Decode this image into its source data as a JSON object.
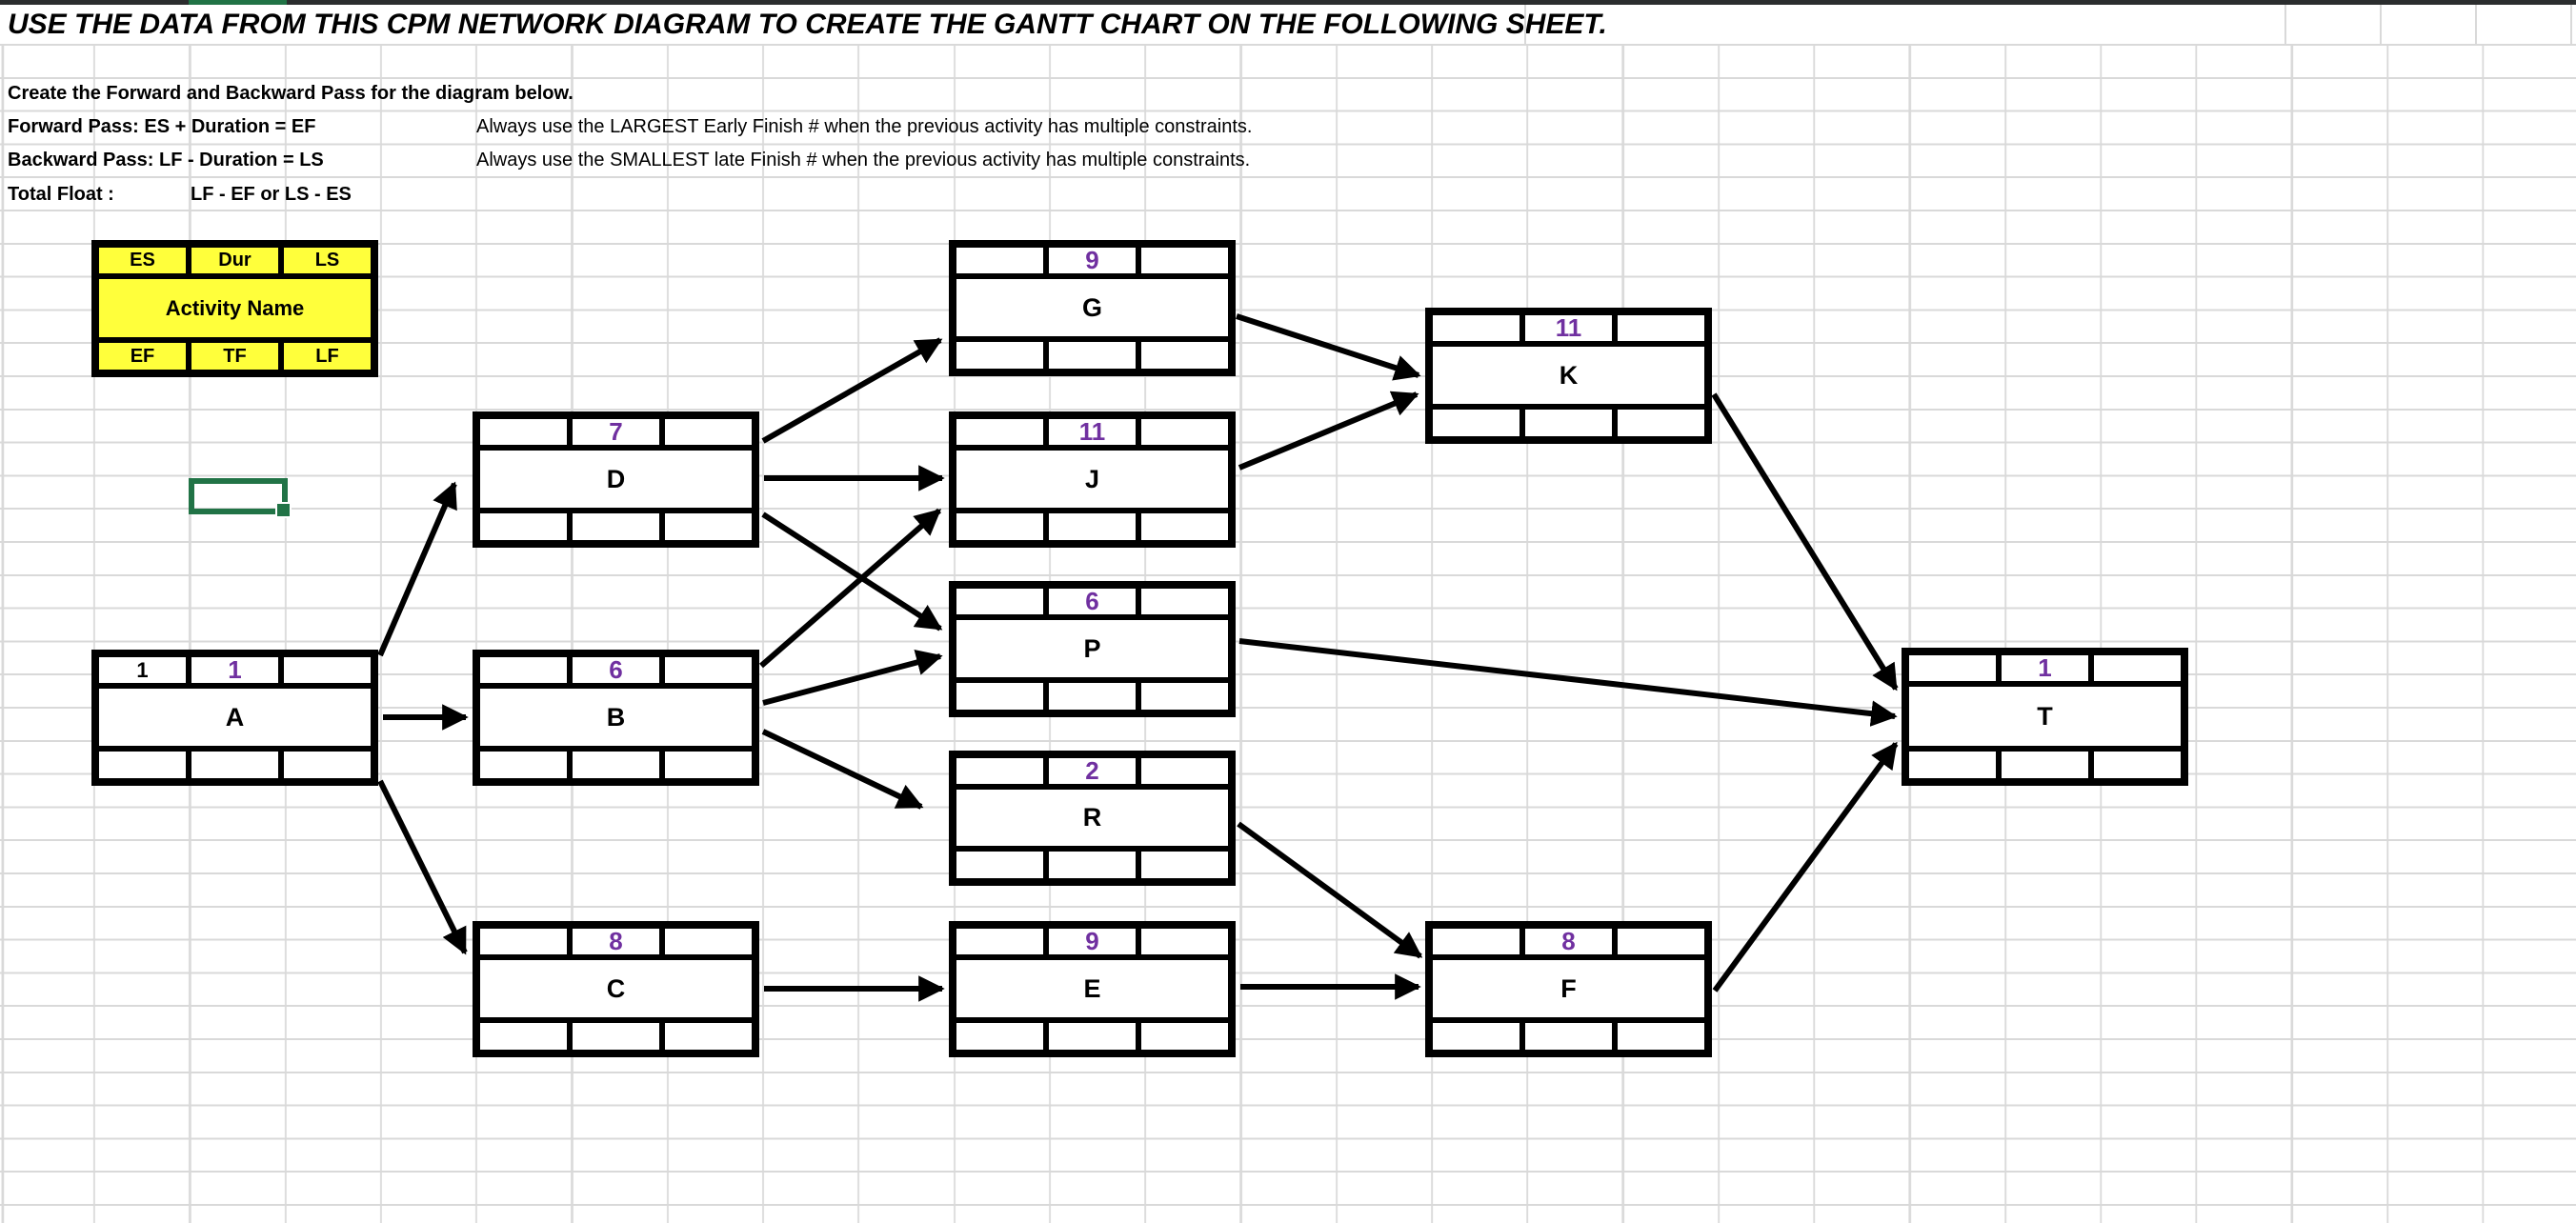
{
  "title": "USE THE DATA FROM THIS CPM NETWORK DIAGRAM TO CREATE THE GANTT CHART ON THE FOLLOWING SHEET.",
  "instructions": {
    "create_line": "Create the Forward and Backward Pass for the diagram below.",
    "forward_label": "Forward Pass: ES + Duration = EF",
    "forward_note": "Always use the LARGEST Early Finish # when the previous activity has multiple constraints.",
    "backward_label": "Backward Pass: LF - Duration = LS",
    "backward_note": "Always use the SMALLEST late Finish # when the previous activity has multiple constraints.",
    "total_float_label": "Total Float :",
    "total_float_formula": "LF - EF or LS - ES"
  },
  "legend": {
    "es": "ES",
    "dur": "Dur",
    "ls": "LS",
    "activity": "Activity Name",
    "ef": "EF",
    "tf": "TF",
    "lf": "LF"
  },
  "nodes": [
    {
      "id": "A",
      "label": "A",
      "dur": "1",
      "es": "1"
    },
    {
      "id": "B",
      "label": "B",
      "dur": "6",
      "es": ""
    },
    {
      "id": "C",
      "label": "C",
      "dur": "8",
      "es": ""
    },
    {
      "id": "D",
      "label": "D",
      "dur": "7",
      "es": ""
    },
    {
      "id": "G",
      "label": "G",
      "dur": "9",
      "es": ""
    },
    {
      "id": "J",
      "label": "J",
      "dur": "11",
      "es": ""
    },
    {
      "id": "P",
      "label": "P",
      "dur": "6",
      "es": ""
    },
    {
      "id": "R",
      "label": "R",
      "dur": "2",
      "es": ""
    },
    {
      "id": "E",
      "label": "E",
      "dur": "9",
      "es": ""
    },
    {
      "id": "K",
      "label": "K",
      "dur": "11",
      "es": ""
    },
    {
      "id": "F",
      "label": "F",
      "dur": "8",
      "es": ""
    },
    {
      "id": "T",
      "label": "T",
      "dur": "1",
      "es": ""
    }
  ],
  "edges": [
    [
      "A",
      "B"
    ],
    [
      "A",
      "D"
    ],
    [
      "A",
      "C"
    ],
    [
      "D",
      "G"
    ],
    [
      "D",
      "J"
    ],
    [
      "D",
      "P"
    ],
    [
      "B",
      "J"
    ],
    [
      "B",
      "P"
    ],
    [
      "B",
      "R"
    ],
    [
      "C",
      "E"
    ],
    [
      "E",
      "F"
    ],
    [
      "R",
      "F"
    ],
    [
      "G",
      "K"
    ],
    [
      "J",
      "K"
    ],
    [
      "K",
      "T"
    ],
    [
      "P",
      "T"
    ],
    [
      "F",
      "T"
    ]
  ],
  "colors": {
    "duration_text": "#7030A0",
    "legend_fill": "#FFFF3B",
    "excel_green": "#217346",
    "grid_line": "#D9D9D9",
    "header_strip": "#2B2D2E"
  }
}
